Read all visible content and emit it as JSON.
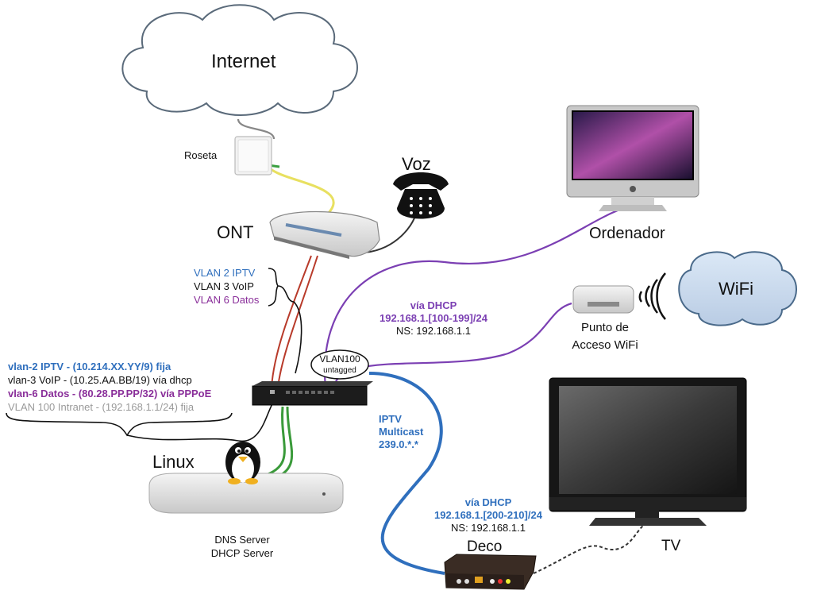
{
  "nodes": {
    "internet": "Internet",
    "roseta": "Roseta",
    "ont": "ONT",
    "voz": "Voz",
    "ordenador": "Ordenador",
    "wifi": "WiFi",
    "ap_line1": "Punto de",
    "ap_line2": "Acceso WiFi",
    "linux": "Linux",
    "linux_role1": "DNS Server",
    "linux_role2": "DHCP Server",
    "deco": "Deco",
    "tv": "TV"
  },
  "ont_vlans": {
    "v2": "VLAN 2 IPTV",
    "v3": "VLAN 3 VoIP",
    "v6": "VLAN 6 Datos"
  },
  "linux_vlans": {
    "v2": "vlan-2 IPTV - (10.214.XX.YY/9) fija",
    "v3": "vlan-3 VoIP - (10.25.AA.BB/19) vía dhcp",
    "v6": "vlan-6 Datos - (80.28.PP.PP/32) vía PPPoE",
    "v100": "VLAN 100 Intranet - (192.168.1.1/24) fija"
  },
  "vlan100_bubble": {
    "line1": "VLAN100",
    "line2": "untagged"
  },
  "dhcp_lan": {
    "title": "vía DHCP",
    "range": "192.168.1.[100-199]/24",
    "ns": "NS: 192.168.1.1"
  },
  "iptv": {
    "line1": "IPTV",
    "line2": "Multicast",
    "line3": "239.0.*.*"
  },
  "dhcp_deco": {
    "title": "vía DHCP",
    "range": "192.168.1.[200-210]/24",
    "ns": "NS: 192.168.1.1"
  },
  "colors": {
    "iptv_blue": "#2f6fbd",
    "data_purple": "#8a2f9a",
    "lan_purple": "#7b3fb3",
    "intranet_gray": "#9a9a9a",
    "fiber_yellow": "#e8e060",
    "ethernet_red": "#b83a2a",
    "ethernet_green": "#3a9a3a"
  },
  "icons": [
    "cloud-icon",
    "telephone-icon",
    "imac-icon",
    "airport-icon",
    "switch-icon",
    "mac-mini-icon",
    "tux-icon",
    "tv-icon",
    "set-top-box-icon",
    "wifi-waves-icon"
  ]
}
